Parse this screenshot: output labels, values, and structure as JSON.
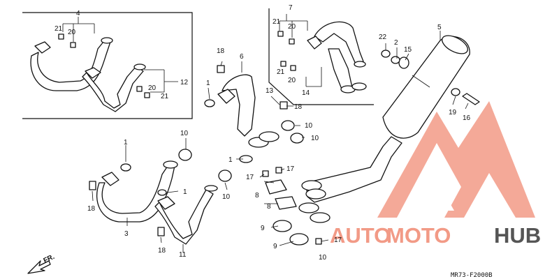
{
  "callouts": {
    "n1a": "1",
    "n1b": "1",
    "n1c": "1",
    "n1d": "1",
    "n2": "2",
    "n3": "3",
    "n4": "4",
    "n5": "5",
    "n6": "6",
    "n7": "7",
    "n8a": "8",
    "n8b": "8",
    "n9a": "9",
    "n9b": "9",
    "n10a": "10",
    "n10b": "10",
    "n10c": "10",
    "n10d": "10",
    "n10e": "10",
    "n11": "11",
    "n12": "12",
    "n13": "13",
    "n14": "14",
    "n15": "15",
    "n17a": "17",
    "n17b": "17",
    "n17c": "17",
    "n18a": "18",
    "n18b": "18",
    "n18c": "18",
    "n18d": "18",
    "n19": "19",
    "n16": "16",
    "n20a": "20",
    "n20b": "20",
    "n20c": "20",
    "n20d": "20",
    "n21a": "21",
    "n21b": "21",
    "n21c": "21",
    "n21d": "21",
    "n22": "22"
  },
  "direction": {
    "label": "FR."
  },
  "diagram_code": "MR73-F2000B",
  "watermark": {
    "part1": "AUTO",
    "part2": "MOTO",
    "part3": "HUB",
    "color_primary": "#f29a86",
    "color_secondary": "#555555"
  }
}
